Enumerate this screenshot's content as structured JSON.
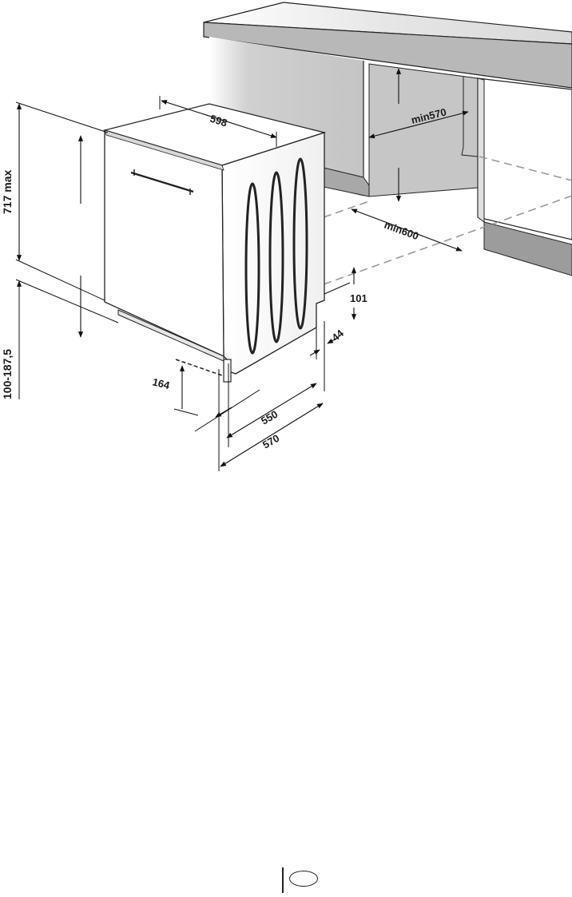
{
  "dimensions": {
    "width": "598",
    "height_max": "717 max",
    "plinth_range": "100-187,5",
    "niche_depth": "min570",
    "niche_width": "min600",
    "rear_height": "101",
    "rear_depth": "44",
    "door_height": "164",
    "depth_inner": "550",
    "depth_outer": "570"
  },
  "colors": {
    "cabinet_face": "#c8c8c8",
    "cabinet_shadow": "#9a9a9a",
    "appliance_face": "#f4f4f4",
    "outline": "#222222",
    "dashed": "#999999"
  }
}
